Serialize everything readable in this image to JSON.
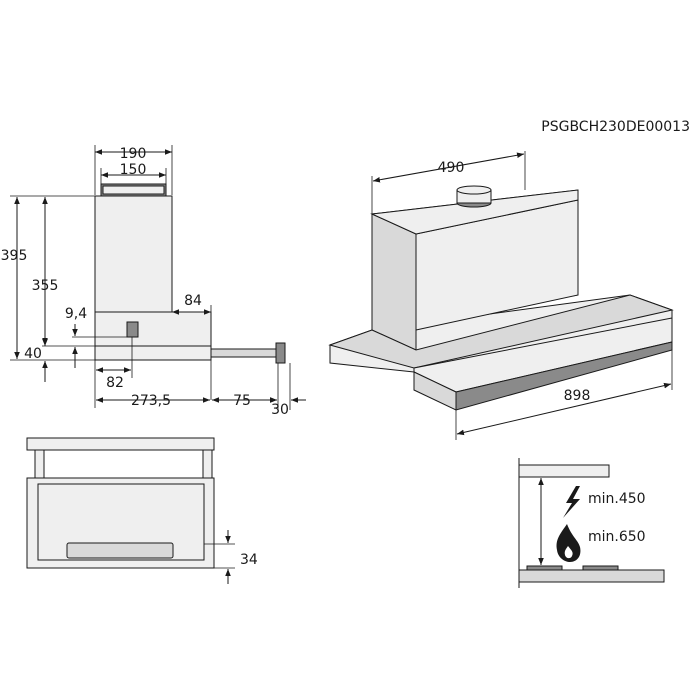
{
  "product_code": "PSGBCH230DE00013",
  "side_view": {
    "width_top": "190",
    "outlet_width": "150",
    "total_height": "395",
    "body_height": "355",
    "depth_step": "84",
    "outlet_offset": "9,4",
    "bottom_height": "40",
    "outlet_depth": "82",
    "depth_main": "273,5",
    "drawer_extension": "75",
    "handle_depth": "30"
  },
  "perspective_view": {
    "chimney_width": "490",
    "total_width": "898"
  },
  "front_view": {
    "bottom_offset": "34"
  },
  "installation": {
    "min_electric": "min.450",
    "min_gas": "min.650"
  },
  "icons": [
    "lightning-icon",
    "flame-icon"
  ]
}
